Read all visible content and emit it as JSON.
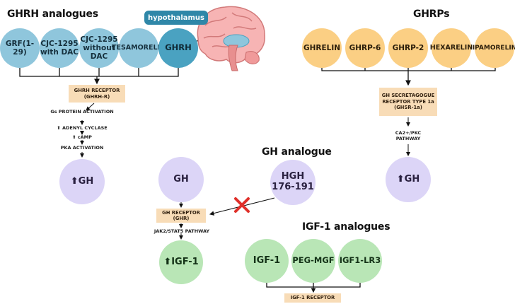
{
  "ghrh": {
    "title": "GHRH analogues",
    "nodes": [
      "GRF(1-29)",
      "CJC-1295 with DAC",
      "CJC-1295 without DAC",
      "TESAMORELIN",
      "GHRH"
    ],
    "receptor": "GHRH RECEPTOR (GHRH-R)",
    "steps": [
      "Gs PROTEIN ACTIVATION",
      "⬆ ADENYL CYCLASE",
      "⬆ cAMP",
      "PKA ACTIVATION"
    ],
    "result": "⬆GH"
  },
  "hypothalamus": {
    "label": "hypothalamus"
  },
  "ghrp": {
    "title": "GHRPs",
    "nodes": [
      "GHRELIN",
      "GHRP-6",
      "GHRP-2",
      "HEXARELIN",
      "IPAMORELIN"
    ],
    "receptor": "GH SECRETAGOGUE RECEPTOR TYPE 1a (GHSR-1a)",
    "pathway": "CA2+/PKC PATHWAY",
    "result": "⬆GH"
  },
  "gh_analogue": {
    "title": "GH analogue",
    "node": "HGH 176-191",
    "gh": "GH",
    "receptor": "GH RECEPTOR (GHR)",
    "pathway": "JAK2/STAT5 PATHWAY",
    "result": "⬆IGF-1"
  },
  "igf": {
    "title": "IGF-1 analogues",
    "nodes": [
      "IGF-1",
      "PEG-MGF",
      "IGF1-LR3"
    ],
    "receptor": "IGF-1 RECEPTOR"
  },
  "colors": {
    "blue": "#8fc6dc",
    "blue_dark": "#4aa2c1",
    "orange": "#fbcf84",
    "purple": "#dcd5f7",
    "green": "#b9e6b6",
    "box": "#f8dcb7",
    "cross": "#e0302a"
  }
}
